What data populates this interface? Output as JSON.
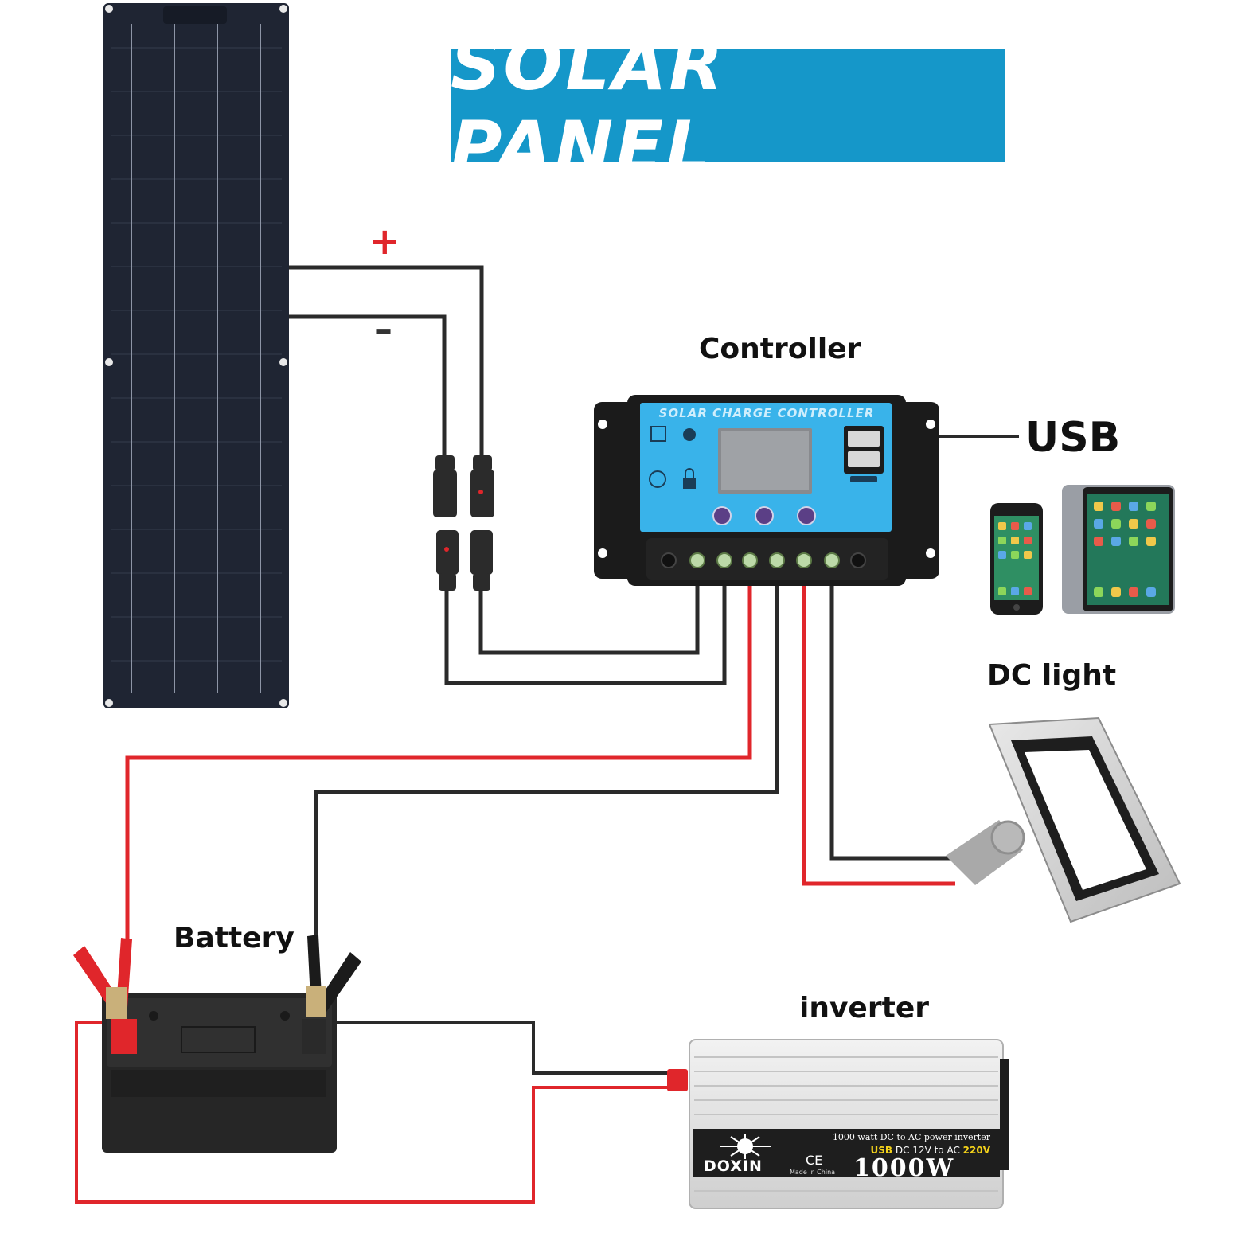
{
  "title": "SOLAR PANEL",
  "labels": {
    "controller": "Controller",
    "usb": "USB",
    "dc_light": "DC light",
    "battery": "Battery",
    "inverter": "inverter"
  },
  "signs": {
    "positive": "+",
    "negative": "–"
  },
  "controller_device": {
    "title": "SOLAR CHARGE CONTROLLER"
  },
  "inverter_device": {
    "description": "1000 watt DC to AC power inverter",
    "usb_label": "USB",
    "conversion_prefix": "DC 12V to AC ",
    "conversion_highlight": "220V",
    "brand": "DOXIN",
    "cert": "CE",
    "made_in": "Made in China",
    "wattage": "1000W"
  },
  "colors": {
    "banner": "#1597c9",
    "positive_wire": "#e0262b",
    "negative_wire": "#2a2a2a",
    "controller_panel": "#39b3ea",
    "solar_panel": "#1f2533"
  }
}
